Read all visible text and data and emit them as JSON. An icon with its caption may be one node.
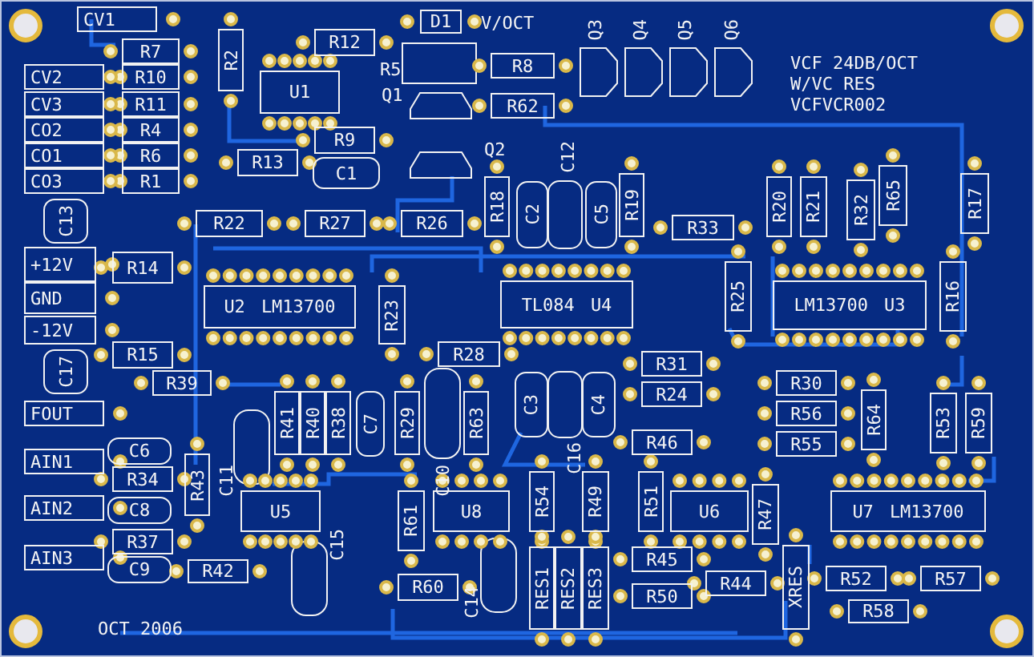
{
  "diagram": {
    "nodes": [
      {
        "text": [
          "CV1"
        ]
      },
      {
        "text": [
          "D1"
        ]
      },
      {
        "text": [
          "R2"
        ]
      },
      {
        "text": [
          "R12"
        ]
      },
      {
        "text": [
          "R7"
        ]
      },
      {
        "text": [
          "U1"
        ]
      },
      {
        "text": [
          "R8"
        ]
      },
      {
        "text": [
          "CV2"
        ]
      },
      {
        "text": [
          "R10"
        ]
      },
      {
        "text": [
          "CV3"
        ]
      },
      {
        "text": [
          "R11"
        ]
      },
      {
        "text": [
          "R62"
        ]
      },
      {
        "text": [
          "CO2"
        ]
      },
      {
        "text": [
          "R4"
        ]
      },
      {
        "text": [
          "R9"
        ]
      },
      {
        "text": [
          "CO1"
        ]
      },
      {
        "text": [
          "R6"
        ]
      },
      {
        "text": [
          "R13"
        ]
      },
      {
        "text": [
          "C1"
        ]
      },
      {
        "text": [
          "CO3"
        ]
      },
      {
        "text": [
          "R1"
        ]
      },
      {
        "text": [
          "R18"
        ]
      },
      {
        "text": [
          "C2"
        ]
      },
      {
        "text": [
          "C5"
        ]
      },
      {
        "text": [
          "R19"
        ]
      },
      {
        "text": [
          "R20"
        ]
      },
      {
        "text": [
          "R21"
        ]
      },
      {
        "text": [
          "R32"
        ]
      },
      {
        "text": [
          "R65"
        ]
      },
      {
        "text": [
          "R17"
        ]
      },
      {
        "text": [
          "C13"
        ]
      },
      {
        "text": [
          "R22"
        ]
      },
      {
        "text": [
          "R27"
        ]
      },
      {
        "text": [
          "R26"
        ]
      },
      {
        "text": [
          "R33"
        ]
      },
      {
        "text": [
          "+12V"
        ]
      },
      {
        "text": [
          "R14"
        ]
      },
      {
        "text": [
          "R25"
        ]
      },
      {
        "text": [
          "R16"
        ]
      },
      {
        "text": [
          "U2",
          "LM13700"
        ]
      },
      {
        "text": [
          "R23"
        ]
      },
      {
        "text": [
          "TL084",
          "U4"
        ]
      },
      {
        "text": [
          "LM13700",
          "U3"
        ]
      },
      {
        "text": [
          "GND"
        ]
      },
      {
        "text": [
          "-12V"
        ]
      },
      {
        "text": [
          "R15"
        ]
      },
      {
        "text": [
          "R28"
        ]
      },
      {
        "text": [
          "C17"
        ]
      },
      {
        "text": [
          "R31"
        ]
      },
      {
        "text": [
          "R39"
        ]
      },
      {
        "text": [
          "C3"
        ]
      },
      {
        "text": [
          "C4"
        ]
      },
      {
        "text": [
          "R30"
        ]
      },
      {
        "text": [
          "R24"
        ]
      },
      {
        "text": [
          "R41"
        ]
      },
      {
        "text": [
          "R40"
        ]
      },
      {
        "text": [
          "R38"
        ]
      },
      {
        "text": [
          "C7"
        ]
      },
      {
        "text": [
          "R29"
        ]
      },
      {
        "text": [
          "R63"
        ]
      },
      {
        "text": [
          "R64"
        ]
      },
      {
        "text": [
          "R53"
        ]
      },
      {
        "text": [
          "R59"
        ]
      },
      {
        "text": [
          "FOUT"
        ]
      },
      {
        "text": [
          "R56"
        ]
      },
      {
        "text": [
          "R46"
        ]
      },
      {
        "text": [
          "R55"
        ]
      },
      {
        "text": [
          "C6"
        ]
      },
      {
        "text": [
          "AIN1"
        ]
      },
      {
        "text": [
          "R43"
        ]
      },
      {
        "text": [
          "R34"
        ]
      },
      {
        "text": [
          "R54"
        ]
      },
      {
        "text": [
          "R49"
        ]
      },
      {
        "text": [
          "R51"
        ]
      },
      {
        "text": [
          "R47"
        ]
      },
      {
        "text": [
          "U5"
        ]
      },
      {
        "text": [
          "R61"
        ]
      },
      {
        "text": [
          "U8"
        ]
      },
      {
        "text": [
          "U6"
        ]
      },
      {
        "text": [
          "U7",
          "LM13700"
        ]
      },
      {
        "text": [
          "AIN2"
        ]
      },
      {
        "text": [
          "C8"
        ]
      },
      {
        "text": [
          "R37"
        ]
      },
      {
        "text": [
          "AIN3"
        ]
      },
      {
        "text": [
          "RES1"
        ]
      },
      {
        "text": [
          "RES2"
        ]
      },
      {
        "text": [
          "RES3"
        ]
      },
      {
        "text": [
          "R45"
        ]
      },
      {
        "text": [
          "XRES"
        ]
      },
      {
        "text": [
          "C9"
        ]
      },
      {
        "text": [
          "R42"
        ]
      },
      {
        "text": [
          "R52"
        ]
      },
      {
        "text": [
          "R57"
        ]
      },
      {
        "text": [
          "R44"
        ]
      },
      {
        "text": [
          "R60"
        ]
      },
      {
        "text": [
          "R50"
        ]
      },
      {
        "text": [
          "R58"
        ]
      }
    ],
    "edges": [],
    "labels": [
      "V/OCT",
      "Q3",
      "Q4",
      "Q5",
      "Q6",
      "VCF 24DB/OCT",
      "W/VC RES",
      "VCFVCR002",
      "R5",
      "Q1",
      "Q2",
      "C12",
      "C11",
      "C10",
      "C16",
      "C15",
      "C14",
      "OCT 2006"
    ]
  }
}
